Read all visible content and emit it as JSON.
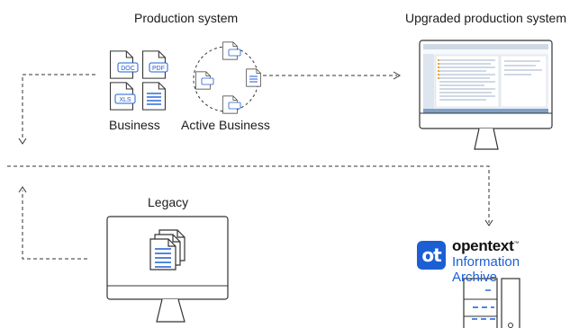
{
  "labels": {
    "production_system": "Production system",
    "upgraded_production_system": "Upgraded production system",
    "business": "Business",
    "active_business": "Active Business",
    "legacy": "Legacy"
  },
  "doc_types": {
    "doc": "DOC",
    "pdf": "PDF",
    "xls": "XLS"
  },
  "brand": {
    "logo_text": "ot",
    "name": "opentext",
    "name_mark": "™",
    "product": "Information Archive"
  },
  "colors": {
    "accent_blue": "#1c5fd4",
    "line": "#333333",
    "screen_blue": "#7f9fc9"
  }
}
